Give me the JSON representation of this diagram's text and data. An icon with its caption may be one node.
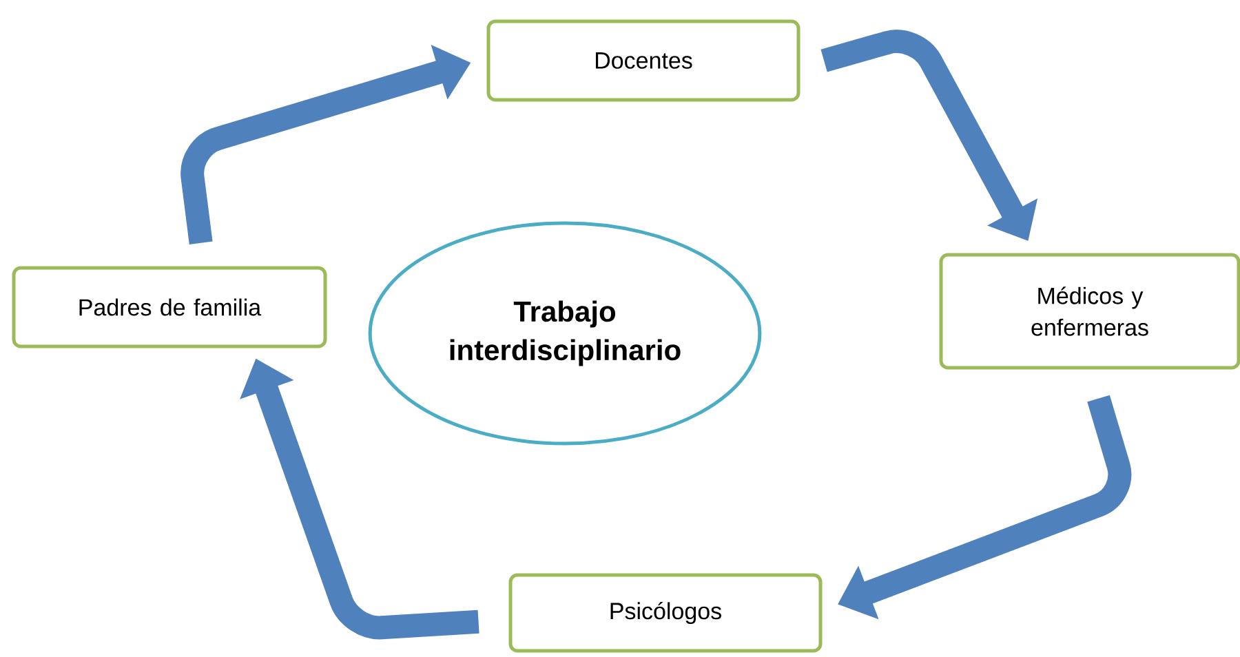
{
  "diagram": {
    "nodes": [
      {
        "text": [
          "Docentes"
        ]
      },
      {
        "text": [
          "Padres de familia"
        ]
      },
      {
        "text": [
          "Trabajo interdisciplinario"
        ]
      },
      {
        "text": [
          "Médicos y enfermeras"
        ]
      },
      {
        "text": [
          "Psicólogos"
        ]
      }
    ],
    "edges": [
      {
        "from": 1,
        "to": 0,
        "arrow": "to"
      },
      {
        "from": 0,
        "to": 3,
        "arrow": "to"
      },
      {
        "from": 3,
        "to": 4,
        "arrow": "to"
      },
      {
        "from": 4,
        "to": 1,
        "arrow": "to"
      }
    ]
  }
}
